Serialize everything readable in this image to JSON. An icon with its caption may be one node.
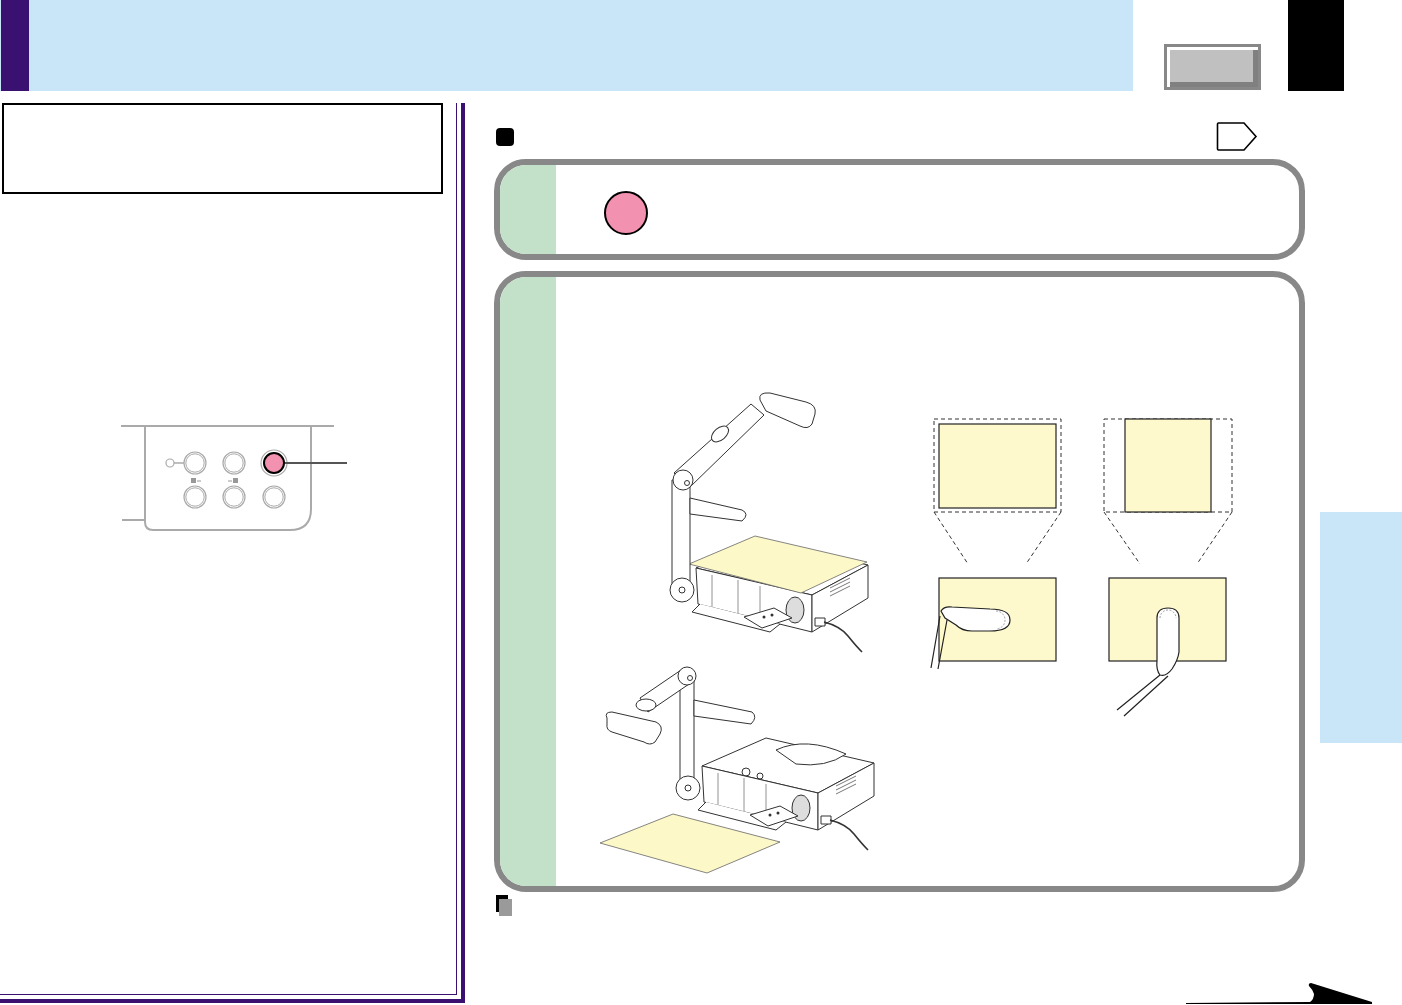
{
  "diagram": {
    "nodes": [
      {
        "text": [],
        "shape": "box"
      },
      {
        "text": [],
        "shape": "box"
      },
      {
        "text": [],
        "shape": "circle"
      },
      {
        "text": [],
        "shape": "box"
      },
      {
        "text": [],
        "shape": "circle",
        "in": 3
      },
      {
        "text": [],
        "shape": "box"
      },
      {
        "text": [],
        "shape": "box"
      }
    ],
    "edges": [
      {
        "from": null,
        "to": 2,
        "arrow": "none"
      }
    ]
  }
}
